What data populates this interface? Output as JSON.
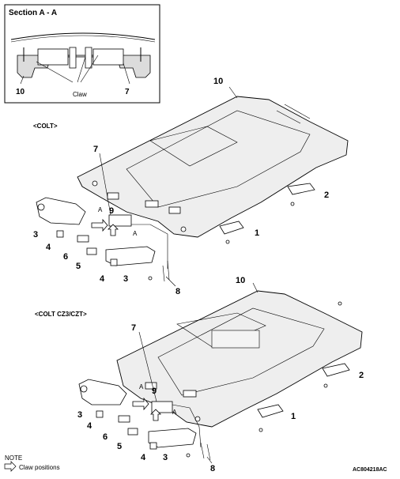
{
  "section": {
    "title": "Section A - A",
    "claw": "Claw",
    "label_10": "10",
    "label_7": "7"
  },
  "variants": {
    "colt": "<COLT>",
    "colt_cz3": "<COLT CZ3/CZT>"
  },
  "callouts": {
    "n1": "1",
    "n2": "2",
    "n3": "3",
    "n4": "4",
    "n5": "5",
    "n6": "6",
    "n7": "7",
    "n8": "8",
    "n9": "9",
    "n10": "10",
    "section_letter": "A"
  },
  "note": {
    "heading": "NOTE",
    "text": "Claw positions"
  },
  "figure_id": "AC804218AC"
}
